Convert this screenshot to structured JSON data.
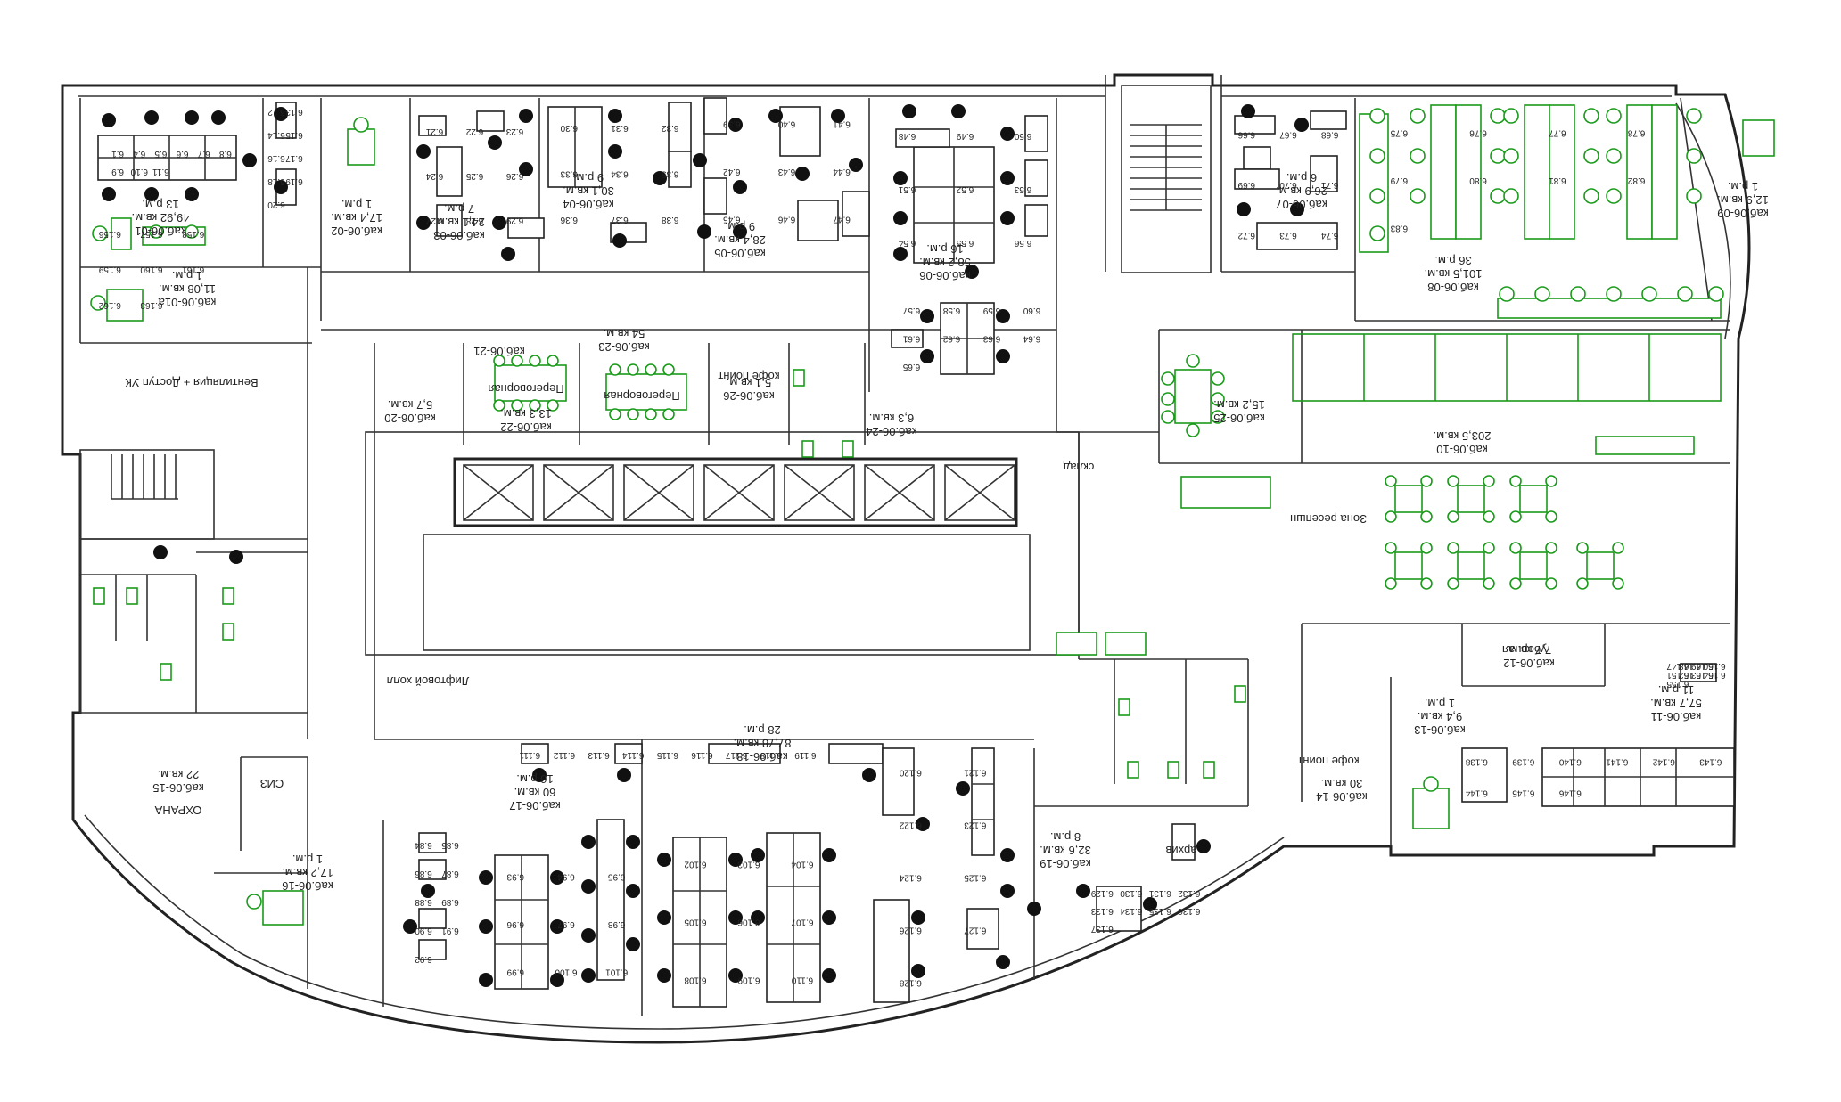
{
  "rooms": [
    {
      "key": "r0601",
      "lines": [
        "каб.06-01",
        "49,92 кв.м.",
        "13 р.м."
      ]
    },
    {
      "key": "r0601a",
      "lines": [
        "каб.06-01а",
        "11,08 кв.м.",
        "1 р.м."
      ]
    },
    {
      "key": "r0602",
      "lines": [
        "каб.06-02",
        "17,4 кв.м.",
        "1 р.м."
      ]
    },
    {
      "key": "r0603",
      "lines": [
        "каб.06-03",
        "24,1 кв.м.",
        "7 р.м."
      ]
    },
    {
      "key": "r0604",
      "lines": [
        "каб.06-04",
        "30,1 кв.м.",
        "9 р.м."
      ]
    },
    {
      "key": "r0605",
      "lines": [
        "каб.06-05",
        "28,4 кв.м.",
        "9 р.м."
      ]
    },
    {
      "key": "r0606",
      "lines": [
        "каб.06-06",
        "58,2 кв.м.",
        "16 р.м."
      ]
    },
    {
      "key": "r0607",
      "lines": [
        "каб.06-07",
        "26,9 кв.м.",
        "6 р.м."
      ]
    },
    {
      "key": "r0608",
      "lines": [
        "каб.06-08",
        "101,5 кв.м.",
        "36 р.м."
      ]
    },
    {
      "key": "r0609",
      "lines": [
        "каб.06-09",
        "12,9 кв.м.",
        "1 р.м."
      ]
    },
    {
      "key": "r0610",
      "lines": [
        "каб.06-10",
        "203,5 кв.м."
      ]
    },
    {
      "key": "r0611",
      "lines": [
        "каб.06-11",
        "57,7 кв.м.",
        "11 р.м."
      ]
    },
    {
      "key": "r0612",
      "lines": [
        "каб.06-12",
        "7,7 кв.м."
      ]
    },
    {
      "key": "r0613",
      "lines": [
        "каб.06-13",
        "9,4 кв.м.",
        "1 р.м."
      ]
    },
    {
      "key": "r0614",
      "lines": [
        "каб.06-14",
        "30 кв.м."
      ]
    },
    {
      "key": "r0615",
      "lines": [
        "каб.06-15",
        "22 кв.м."
      ]
    },
    {
      "key": "r0616",
      "lines": [
        "каб.06-16",
        "17,2 кв.м.",
        "1 р.м."
      ]
    },
    {
      "key": "r0617",
      "lines": [
        "каб.06-17",
        "60 кв.м.",
        "16 р.м."
      ]
    },
    {
      "key": "r0618",
      "lines": [
        "каб.06-18",
        "87,78 кв.м.",
        "28 р.м."
      ]
    },
    {
      "key": "r0619",
      "lines": [
        "каб.06-19",
        "32,6 кв.м.",
        "8 р.м."
      ]
    },
    {
      "key": "r0620",
      "lines": [
        "каб.06-20",
        "5,7 кв.м."
      ]
    },
    {
      "key": "r0621",
      "lines": [
        "каб.06-21"
      ]
    },
    {
      "key": "r0622",
      "lines": [
        "каб.06-22",
        "13,3 кв.м."
      ]
    },
    {
      "key": "r0623",
      "lines": [
        "каб.06-23",
        "54 кв.м."
      ]
    },
    {
      "key": "r0624",
      "lines": [
        "каб.06-24",
        "6,3 кв.м."
      ]
    },
    {
      "key": "r0625",
      "lines": [
        "каб.06-25",
        "15,2 кв.м."
      ]
    },
    {
      "key": "r0626",
      "lines": [
        "каб.06-26",
        "5,1 кв.м."
      ]
    }
  ],
  "zone_labels": {
    "server_hall": "Вентиляция + Доступ УК",
    "meeting_a": "Переговорная",
    "meeting_b": "Переговорная",
    "coffee_top": "кофе поинт",
    "reception": "Зона ресепшн",
    "coffee_bottom": "кофе поинт",
    "storage": "склад",
    "lifts": "Лифтовой холл",
    "guard": "ОХРАНА",
    "closet": "СИЗ",
    "cleaning": "уборная",
    "archive": "архив"
  },
  "workstations": [
    "6.1",
    "6.4",
    "6.5",
    "6.6",
    "6.7",
    "6.8",
    "6.9",
    "6.10",
    "6.11",
    "6.12",
    "6.13",
    "6.14",
    "6.15",
    "6.16",
    "6.17",
    "6.18",
    "6.19",
    "6.20",
    "6.21",
    "6.22",
    "6.23",
    "6.24",
    "6.25",
    "6.26",
    "6.27",
    "6.28",
    "6.29",
    "6.30",
    "6.31",
    "6.32",
    "6.33",
    "6.34",
    "6.35",
    "6.36",
    "6.37",
    "6.38",
    "6.39",
    "6.40",
    "6.41",
    "6.42",
    "6.43",
    "6.44",
    "6.45",
    "6.46",
    "6.47",
    "6.48",
    "6.49",
    "6.50",
    "6.51",
    "6.52",
    "6.53",
    "6.54",
    "6.55",
    "6.56",
    "6.57",
    "6.58",
    "6.59",
    "6.60",
    "6.61",
    "6.62",
    "6.63",
    "6.64",
    "6.65",
    "6.66",
    "6.67",
    "6.68",
    "6.69",
    "6.70",
    "6.71",
    "6.72",
    "6.73",
    "6.74",
    "6.75",
    "6.76",
    "6.77",
    "6.78",
    "6.79",
    "6.80",
    "6.81",
    "6.82",
    "6.83",
    "6.84",
    "6.85",
    "6.86",
    "6.87",
    "6.88",
    "6.89",
    "6.90",
    "6.91",
    "6.92",
    "6.93",
    "6.94",
    "6.95",
    "6.96",
    "6.97",
    "6.98",
    "6.99",
    "6.100",
    "6.101",
    "6.102",
    "6.103",
    "6.104",
    "6.105",
    "6.106",
    "6.107",
    "6.108",
    "6.109",
    "6.110",
    "6.111",
    "6.112",
    "6.113",
    "6.114",
    "6.115",
    "6.116",
    "6.117",
    "6.118",
    "6.119",
    "6.120",
    "6.121",
    "6.122",
    "6.123",
    "6.124",
    "6.125",
    "6.126",
    "6.127",
    "6.128",
    "6.129",
    "6.130",
    "6.131",
    "6.132",
    "6.133",
    "6.134",
    "6.135",
    "6.136",
    "6.137",
    "6.138",
    "6.139",
    "6.140",
    "6.141",
    "6.142",
    "6.143",
    "6.144",
    "6.145",
    "6.146",
    "6.147",
    "6.148",
    "6.149",
    "6.150",
    "6.151",
    "6.152",
    "6.153",
    "6.154",
    "6.155",
    "6.156",
    "6.157",
    "6.158",
    "6.159",
    "6.160",
    "6.161",
    "6.162",
    "6.163"
  ],
  "colors": {
    "wall": "#222222",
    "green_furniture": "#1a9a1a",
    "background": "#ffffff"
  }
}
